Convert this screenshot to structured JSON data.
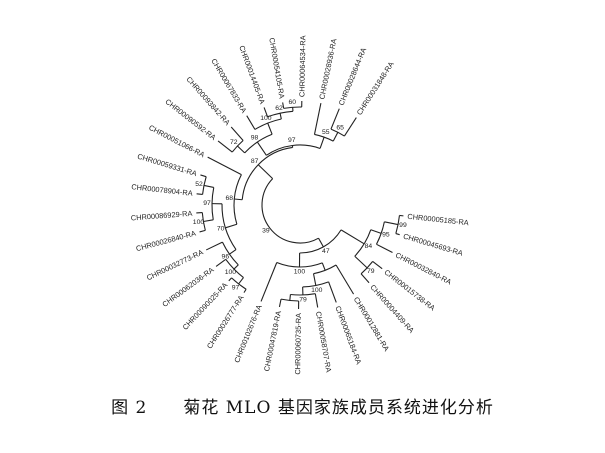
{
  "leaves": [
    "CHR00005185-RA",
    "CHR00045693-RA",
    "CHR00032840-RA",
    "CHR00015738-RA",
    "CHR00004409-RA",
    "CHR00012881-RA",
    "CHR00065184-RA",
    "CHR00058707-RA",
    "CHR00060735-RA",
    "CHR00047819-RA",
    "CHR00102676-RA",
    "CHR00026777-RA",
    "CHR00090025-RA",
    "CHR00062036-RA",
    "CHR00032773-RA",
    "CHR00026840-RA",
    "CHR00086929-RA",
    "CHR00078904-RA",
    "CHR00059331-RA",
    "CHR00051066-RA",
    "CHR00090592-RA",
    "CHR00093842-RA",
    "CHR00067833-RA",
    "CHR00014405-RA",
    "CHR00054105-RA",
    "CHR00064534-RA",
    "CHR00028936-RA",
    "CHR00028644-RA",
    "CHR00031848-RA"
  ],
  "bootstrap": [
    "97",
    "100",
    "96",
    "70",
    "100",
    "52",
    "97",
    "68",
    "87",
    "39",
    "72",
    "98",
    "100",
    "62",
    "60",
    "97",
    "55",
    "65",
    "99",
    "95",
    "84",
    "79",
    "100",
    "79",
    "47",
    "100"
  ],
  "caption": "图 2　　菊花 MLO 基因家族成员系统进化分析"
}
